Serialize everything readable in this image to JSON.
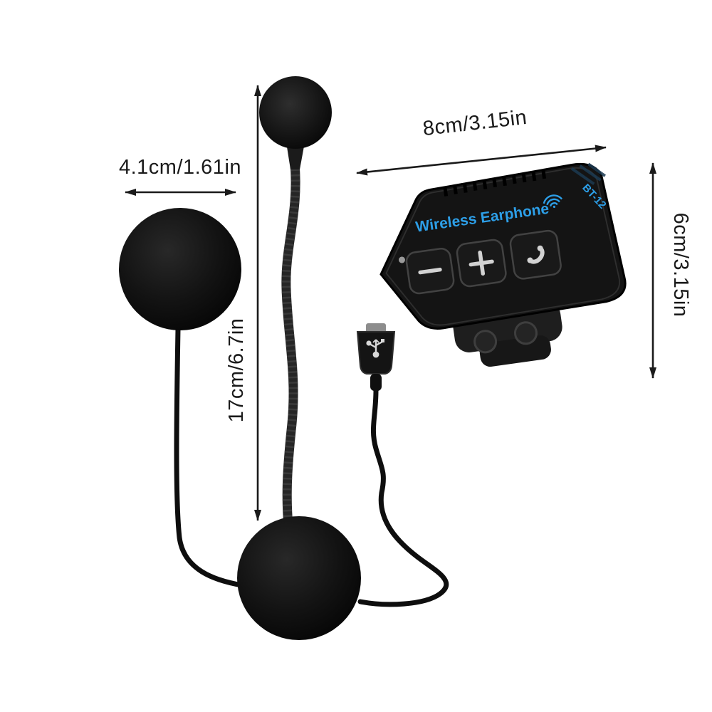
{
  "image_type": "product-dimension-diagram",
  "device": {
    "brand_label": "Wireless Earphone",
    "model_label": "BT-12",
    "buttons": {
      "minus": "−",
      "plus": "+",
      "call": "call-handset-icon"
    },
    "parts": {
      "microphone": "foam boom microphone",
      "left_speaker": "round helmet speaker pad",
      "bottom_speaker": "round helmet speaker pad",
      "connector": "micro-usb charging connector",
      "mount": "helmet clamp bracket"
    }
  },
  "dimensions": {
    "earpad_width": "4.1cm/1.61in",
    "boom_length": "17cm/6.7in",
    "device_width": "8cm/3.15in",
    "device_height": "6cm/3.15in"
  },
  "colors": {
    "background": "#ffffff",
    "product_black": "#111111",
    "brand_blue": "#2d9fe8",
    "annotation": "#1a1a1a"
  }
}
